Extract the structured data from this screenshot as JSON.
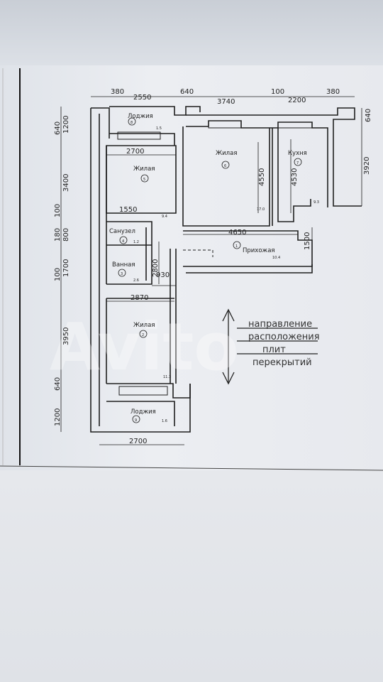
{
  "dimensions": {
    "top_380_left": "380",
    "top_2550": "2550",
    "top_640": "640",
    "top_3740": "3740",
    "top_100": "100",
    "top_2200": "2200",
    "top_380_right": "380",
    "right_640": "640",
    "right_3920": "3920",
    "right_1500": "1500",
    "left_1200_top": "1200",
    "left_640_top": "640",
    "left_3400": "3400",
    "left_100_a": "100",
    "left_180": "180",
    "left_800": "800",
    "left_1700": "1700",
    "left_100_b": "100",
    "left_3950": "3950",
    "left_640_bottom": "640",
    "left_1200_bottom": "1200",
    "w_2700_top": "2700",
    "w_1550": "1550",
    "w_2800": "2800",
    "w_930": "930",
    "w_2870": "2870",
    "w_2700_bottom": "2700",
    "w_4650": "4650",
    "h_4550": "4550",
    "h_4530": "4530"
  },
  "rooms": [
    {
      "key": "r8",
      "name": "Лоджия",
      "num": "8",
      "area": "1.5"
    },
    {
      "key": "r5",
      "name": "Жилая",
      "num": "5",
      "area": "9.4"
    },
    {
      "key": "r6",
      "name": "Жилая",
      "num": "6",
      "area": "17.0"
    },
    {
      "key": "r7",
      "name": "Кухня",
      "num": "7",
      "area": "9.3"
    },
    {
      "key": "r4",
      "name": "Санузел",
      "num": "4",
      "area": "1.2"
    },
    {
      "key": "r3",
      "name": "Ванная",
      "num": "3",
      "area": "2.6"
    },
    {
      "key": "r1",
      "name": "Прихожая",
      "num": "1",
      "area": "10.4"
    },
    {
      "key": "r2",
      "name": "Жилая",
      "num": "2",
      "area": "11.3"
    },
    {
      "key": "r9",
      "name": "Лоджия",
      "num": "9",
      "area": "1.6"
    }
  ],
  "note": {
    "line1": "направление",
    "line2": "расположения",
    "line3": "плит",
    "line4": "перекрытий"
  },
  "watermark": "Avito",
  "colors": {
    "ink": "#1f1f1f",
    "paper": "#eceef2"
  }
}
